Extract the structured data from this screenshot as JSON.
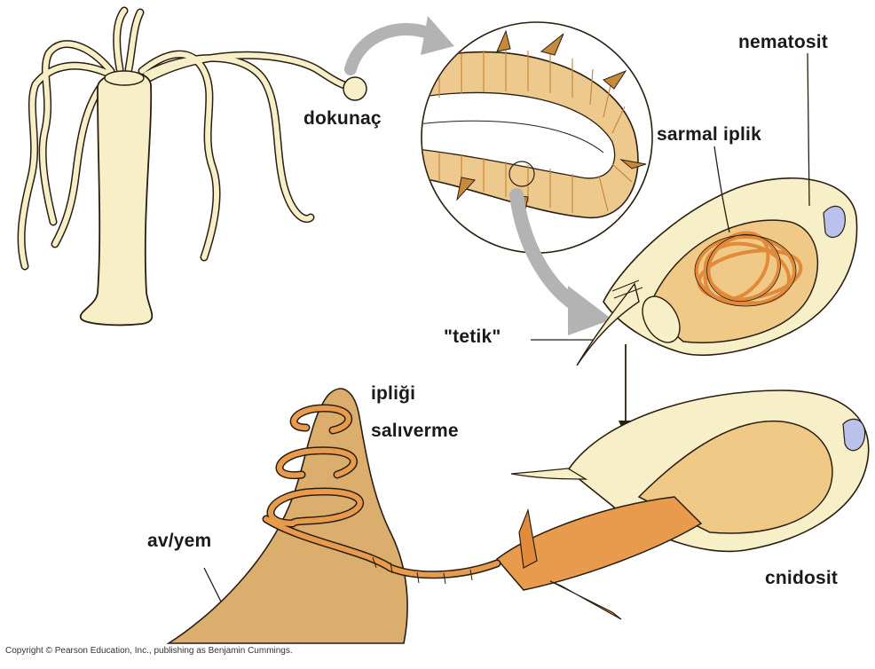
{
  "labels": {
    "nematocyst": "nematosit",
    "tentacle": "dokunaç",
    "coiled_thread": "sarmal iplik",
    "trigger": "\"tetik\"",
    "thread_discharge_line1": "ipliği",
    "thread_discharge_line2": "salıverme",
    "prey": "av/yem",
    "cnidocyte": "cnidosit"
  },
  "copyright": "Copyright © Pearson Education, Inc., publishing as Benjamin Cummings.",
  "colors": {
    "body_cream": "#f6efc8",
    "outline": "#2a1e10",
    "tentacle_tan": "#eec98e",
    "thread_orange": "#e89a4d",
    "prey_tan": "#dcae6e",
    "arrow_gray": "#b3b3b3",
    "nucleus_blue": "#b9c2ea"
  }
}
